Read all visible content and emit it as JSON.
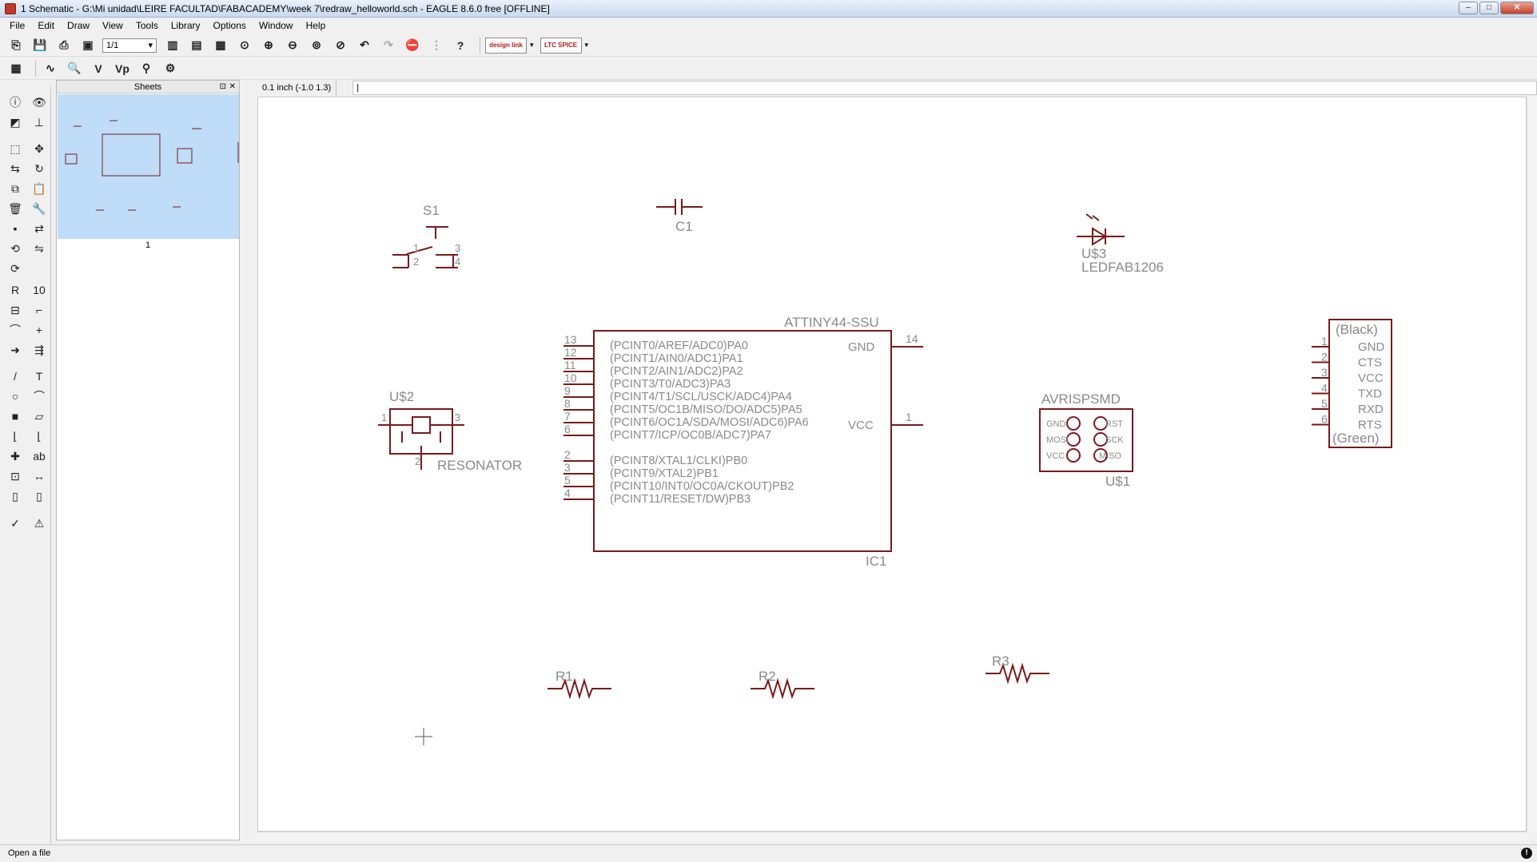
{
  "window": {
    "title": "1 Schematic - G:\\Mi unidad\\LEIRE FACULTAD\\FABACADEMY\\week 7\\redraw_helloworld.sch - EAGLE 8.6.0 free [OFFLINE]",
    "minimize": "–",
    "maximize": "□",
    "close": "✕"
  },
  "menu": [
    "File",
    "Edit",
    "Draw",
    "View",
    "Tools",
    "Library",
    "Options",
    "Window",
    "Help"
  ],
  "toolbar": {
    "sheet_selector": "1/1",
    "design_link_label": "design link",
    "ltspice_label": "LTC SPICE"
  },
  "sheets_panel": {
    "title": "Sheets",
    "sheet_number": "1"
  },
  "coordbar": {
    "coords": "0.1 inch (-1.0 1.3)",
    "command": "|"
  },
  "status": {
    "message": "Open a file"
  },
  "schematic": {
    "s1": {
      "name": "S1",
      "pins": [
        "1",
        "2",
        "3",
        "4"
      ]
    },
    "c1": {
      "name": "C1"
    },
    "u3": {
      "name": "U$3",
      "value": "LEDFAB1206"
    },
    "u2": {
      "name": "U$2",
      "value": "RESONATOR",
      "pins": [
        "1",
        "2",
        "3"
      ]
    },
    "ic1": {
      "name": "IC1",
      "value": "ATTINY44-SSU",
      "left_pins": [
        {
          "num": "13",
          "label": "(PCINT0/AREF/ADC0)PA0"
        },
        {
          "num": "12",
          "label": "(PCINT1/AIN0/ADC1)PA1"
        },
        {
          "num": "11",
          "label": "(PCINT2/AIN1/ADC2)PA2"
        },
        {
          "num": "10",
          "label": "(PCINT3/T0/ADC3)PA3"
        },
        {
          "num": "9",
          "label": "(PCINT4/T1/SCL/USCK/ADC4)PA4"
        },
        {
          "num": "8",
          "label": "(PCINT5/OC1B/MISO/DO/ADC5)PA5"
        },
        {
          "num": "7",
          "label": "(PCINT6/OC1A/SDA/MOSI/ADC6)PA6"
        },
        {
          "num": "6",
          "label": "(PCINT7/ICP/OC0B/ADC7)PA7"
        },
        {
          "num": "2",
          "label": "(PCINT8/XTAL1/CLKI)PB0"
        },
        {
          "num": "3",
          "label": "(PCINT9/XTAL2)PB1"
        },
        {
          "num": "5",
          "label": "(PCINT10/INT0/OC0A/CKOUT)PB2"
        },
        {
          "num": "4",
          "label": "(PCINT11/RESET/DW)PB3"
        }
      ],
      "right_pins": [
        {
          "num": "14",
          "label": "GND"
        },
        {
          "num": "1",
          "label": "VCC"
        }
      ]
    },
    "u1": {
      "name": "U$1",
      "value": "AVRISPSMD",
      "left_labels": [
        "GND",
        "MOSI",
        "VCC"
      ],
      "right_labels": [
        "RST",
        "SCK",
        "MISO"
      ]
    },
    "ftdi": {
      "top": "(Black)",
      "bottom": "(Green)",
      "pins": [
        {
          "num": "1",
          "label": "GND"
        },
        {
          "num": "2",
          "label": "CTS"
        },
        {
          "num": "3",
          "label": "VCC"
        },
        {
          "num": "4",
          "label": "TXD"
        },
        {
          "num": "5",
          "label": "RXD"
        },
        {
          "num": "6",
          "label": "RTS"
        }
      ]
    },
    "r1": {
      "name": "R1"
    },
    "r2": {
      "name": "R2"
    },
    "r3": {
      "name": "R3"
    }
  },
  "colors": {
    "schematic_line": "#7a1a1a",
    "thumbnail_bg": "#bfdcf8",
    "canvas_bg": "#ffffff"
  }
}
